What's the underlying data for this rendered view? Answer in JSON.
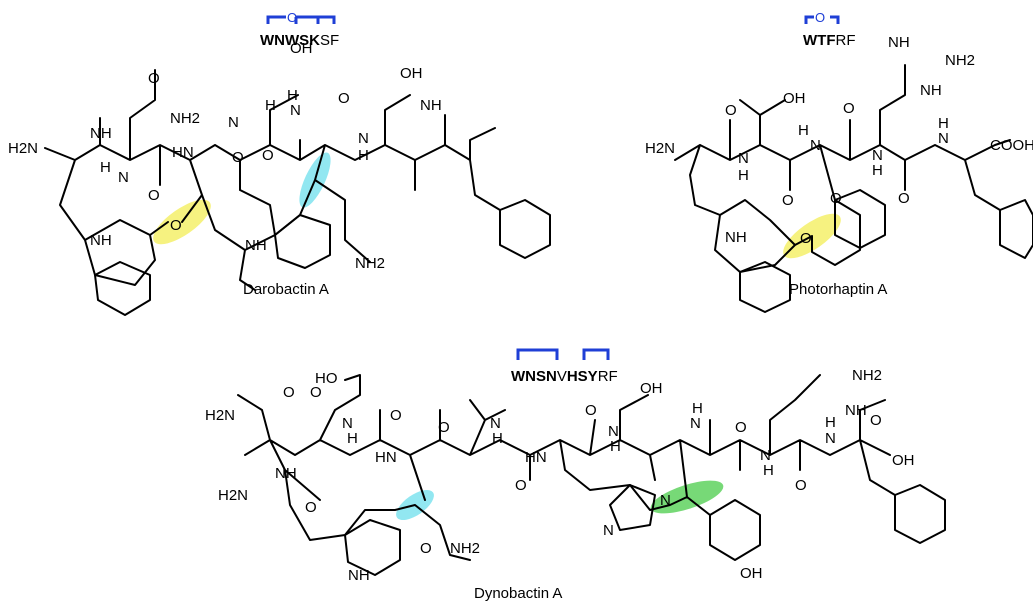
{
  "molecules": [
    {
      "name": "Darobactin A",
      "sequence": {
        "bold": "WNWSK",
        "rest": "SF"
      },
      "crosslinks": [
        {
          "type": "ether",
          "label": "O",
          "highlight": "yellow"
        },
        {
          "type": "C-C",
          "highlight": "cyan"
        }
      ],
      "atom_labels": [
        "O",
        "NH",
        "NH2",
        "OH",
        "H2N",
        "H",
        "N",
        "NH",
        "O",
        "H",
        "N",
        "O",
        "HN",
        "O",
        "H",
        "N",
        "O",
        "OH",
        "H",
        "N",
        "O",
        "NH",
        "NH",
        "NH2"
      ]
    },
    {
      "name": "Photorhaptin A",
      "sequence": {
        "bold": "WTF",
        "rest": "RF"
      },
      "crosslinks": [
        {
          "type": "ether",
          "label": "O",
          "highlight": "yellow"
        }
      ],
      "atom_labels": [
        "H2N",
        "O",
        "OH",
        "NH",
        "H",
        "N",
        "O",
        "H",
        "N",
        "O",
        "H",
        "N",
        "NH2",
        "NH",
        "H",
        "N",
        "O",
        "COOH",
        "O",
        "O",
        "NH"
      ]
    },
    {
      "name": "Dynobactin A",
      "sequence": {
        "bold1": "WNSN",
        "mid": "V",
        "bold2": "HSY",
        "rest": "RF"
      },
      "crosslinks": [
        {
          "type": "C-C",
          "highlight": "cyan"
        },
        {
          "type": "C-N",
          "label": "N",
          "highlight": "green"
        }
      ],
      "atom_labels": [
        "HO",
        "H2N",
        "O",
        "O",
        "N",
        "H",
        "O",
        "NH",
        "H2N",
        "O",
        "HN",
        "O",
        "HN",
        "O",
        "NH2",
        "NH",
        "N",
        "H",
        "O",
        "OH",
        "O",
        "N",
        "H",
        "N",
        "H",
        "O",
        "H",
        "N",
        "NH2",
        "NH",
        "H",
        "N",
        "O",
        "OH",
        "O",
        "N",
        "N",
        "OH"
      ]
    }
  ],
  "colors": {
    "bracket": "#1f3fd6",
    "yellow_highlight": "#f4f06a",
    "cyan_highlight": "#7fe3ee",
    "green_highlight": "#5fd25f"
  }
}
